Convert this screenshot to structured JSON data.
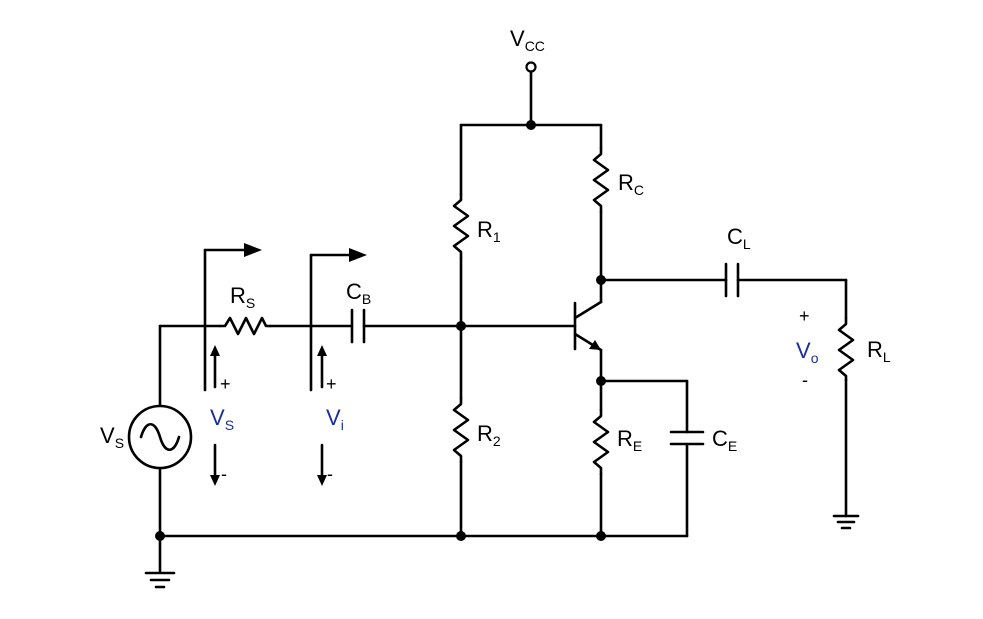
{
  "labels": {
    "vcc": {
      "main": "V",
      "sub": "CC"
    },
    "rc": {
      "main": "R",
      "sub": "C"
    },
    "r1": {
      "main": "R",
      "sub": "1"
    },
    "r2": {
      "main": "R",
      "sub": "2"
    },
    "re": {
      "main": "R",
      "sub": "E"
    },
    "ce": {
      "main": "C",
      "sub": "E"
    },
    "cl": {
      "main": "C",
      "sub": "L"
    },
    "rl": {
      "main": "R",
      "sub": "L"
    },
    "rs": {
      "main": "R",
      "sub": "S"
    },
    "cb": {
      "main": "C",
      "sub": "B"
    },
    "vs_source": {
      "main": "V",
      "sub": "S"
    },
    "vs_measure": {
      "main": "V",
      "sub": "S"
    },
    "vi_measure": {
      "main": "V",
      "sub": "i"
    },
    "vo_measure": {
      "main": "V",
      "sub": "o"
    }
  },
  "signs": {
    "plus": "+",
    "minus": "-"
  },
  "colors": {
    "wire": "#000000",
    "measure_label": "#1a2f9c"
  }
}
